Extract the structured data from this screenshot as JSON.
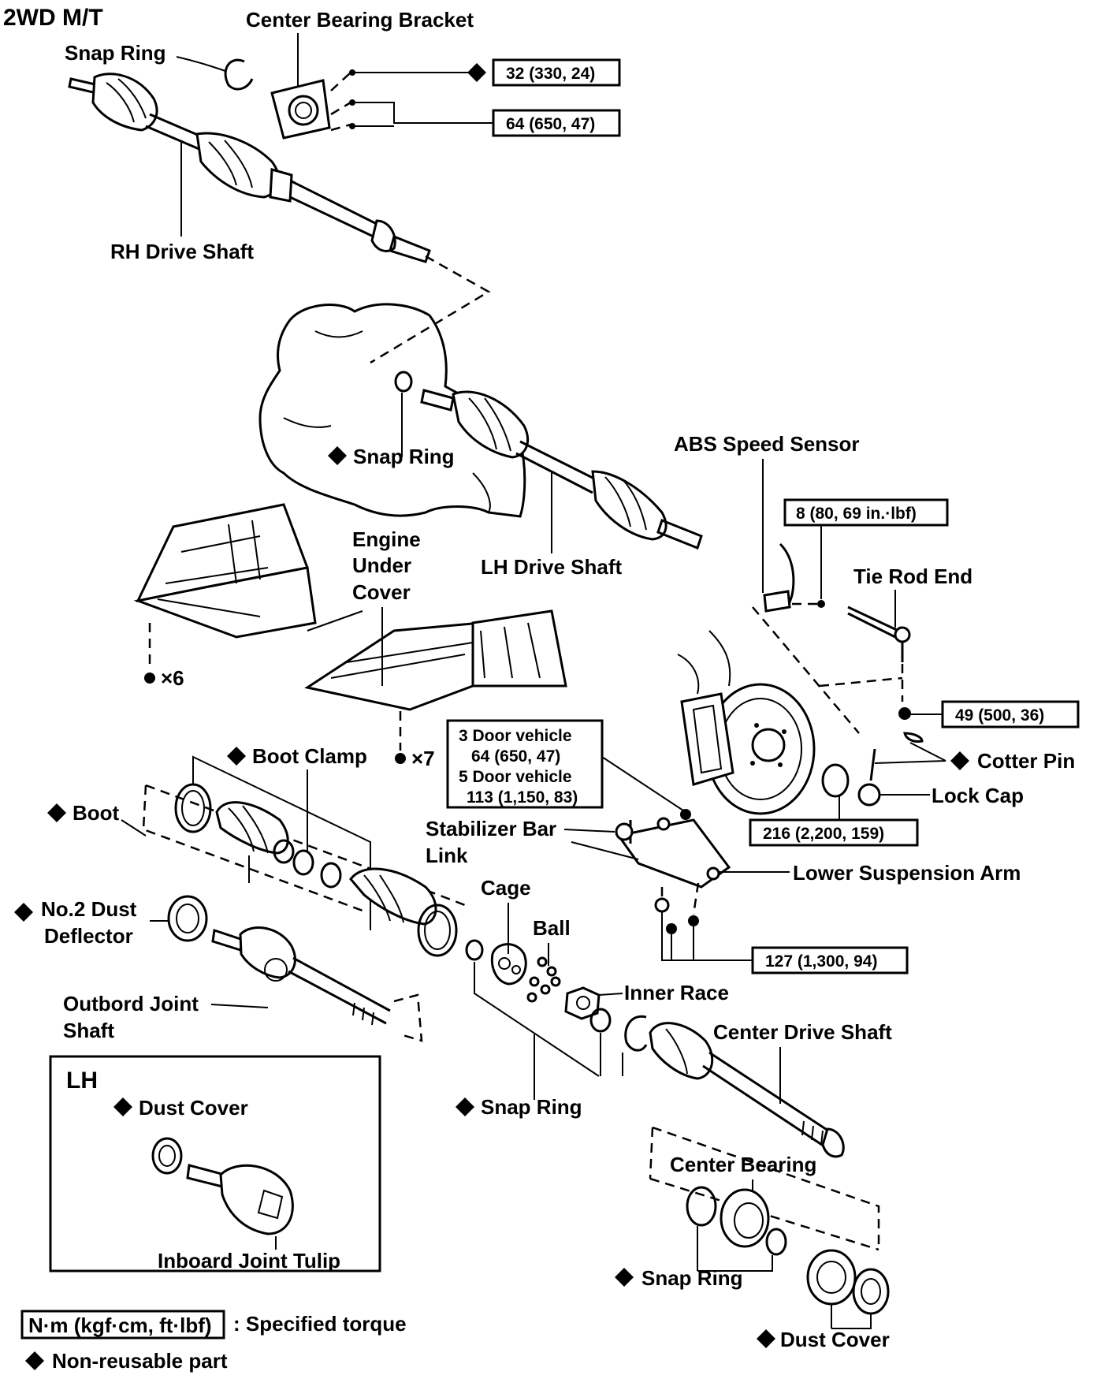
{
  "title": "2WD M/T",
  "labels": {
    "center_bearing_bracket": "Center Bearing Bracket",
    "snap_ring_top": "Snap Ring",
    "rh_drive_shaft": "RH Drive Shaft",
    "snap_ring_trans": "Snap Ring",
    "lh_drive_shaft": "LH Drive Shaft",
    "abs_speed_sensor": "ABS Speed Sensor",
    "tie_rod_end": "Tie Rod End",
    "engine_under_cover_1": "Engine",
    "engine_under_cover_2": "Under",
    "engine_under_cover_3": "Cover",
    "bolt_x6": "×6",
    "bolt_x7": "×7",
    "boot_clamp": "Boot Clamp",
    "boot": "Boot",
    "cotter_pin": "Cotter Pin",
    "lock_cap": "Lock Cap",
    "stabilizer_bar_1": "Stabilizer Bar",
    "stabilizer_bar_2": "Link",
    "lower_suspension_arm": "Lower Suspension Arm",
    "no2_dust_1": "No.2 Dust",
    "no2_dust_2": "Deflector",
    "cage": "Cage",
    "ball": "Ball",
    "inner_race": "Inner Race",
    "outbord_1": "Outbord Joint",
    "outbord_2": "Shaft",
    "center_drive_shaft": "Center Drive Shaft",
    "lh_box_title": "LH",
    "dust_cover_lh": "Dust Cover",
    "inboard_joint_tulip": "Inboard Joint Tulip",
    "snap_ring_mid": "Snap Ring",
    "center_bearing": "Center Bearing",
    "snap_ring_bottom": "Snap Ring",
    "dust_cover_bottom": "Dust Cover"
  },
  "torques": {
    "t32": "32 (330, 24)",
    "t64": "64 (650, 47)",
    "t8": "8 (80, 69 in.·lbf)",
    "t49": "49 (500, 36)",
    "door3_label": "3 Door vehicle",
    "door3_value": "64 (650, 47)",
    "door5_label": "5 Door vehicle",
    "door5_value": "113 (1,150, 83)",
    "t216": "216 (2,200, 159)",
    "t127": "127 (1,300, 94)"
  },
  "legend": {
    "unit_box": "N·m (kgf·cm, ft·lbf)",
    "unit_text": ": Specified torque",
    "nonreusable": "Non-reusable part"
  }
}
